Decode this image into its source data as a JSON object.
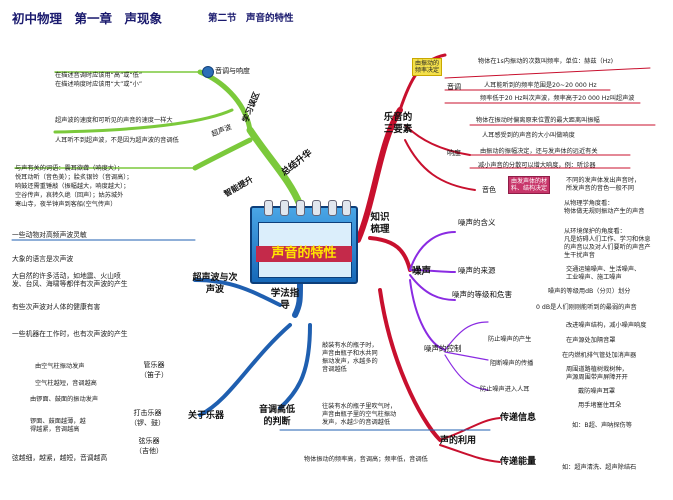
{
  "header": {
    "title": "初中物理　第一章　声现象",
    "section": "第二节　声音的特性"
  },
  "center": {
    "label": "声音的特性"
  },
  "branches": {
    "summary": "总结升华",
    "knowledge": "知识梳理",
    "method": "学法指导",
    "study_zone": "学习误区",
    "smart": "智能提升",
    "three_elements": "乐音的三要素",
    "noise": "噪声",
    "ultrasound_infra": "超声波与次声波",
    "instruments": "关于乐器",
    "pitch_judge": "音调高低的判断",
    "sound_use": "声的利用"
  },
  "colors": {
    "green": "#7bc93b",
    "red": "#c8102e",
    "blue": "#1f5fb0",
    "purple": "#8a2be2",
    "tag_yellow": "#f4e04a",
    "tag_pink": "#c8366a",
    "card_blue": "#1668b8"
  },
  "study": {
    "loudness_label": "音调与响度",
    "loudness_text1": "在描述音调时应该用“高”或“低”",
    "loudness_text2": "在描述响度时应该用“大”或“小”",
    "ultra_label": "超声波",
    "ultra_text1": "超声波的速度和可听见的声音的速度一样大",
    "ultra_text2": "人耳听不到超声波，不是因为超声波的音调低",
    "smart_lines": [
      "与声有关的词语：震耳欲聋（响度大）；",
      "悦耳动听（音色美）；脍炙银铃（音调高）；",
      "响鼓还需重锤敲（振幅越大，响度越大）；",
      "空谷传声，哀转久绝（回声）；姑苏城外",
      "寒山寺，夜半钟声到客船(空气传声）"
    ]
  },
  "elements": {
    "tag_top": "由振动的\n频率决定",
    "pitch": "音调",
    "pitch_def": "物体在1s内振动的次数叫频率，单位：赫兹（Hz)",
    "pitch_range": "人耳能听到的频率范围是20~20 000 Hz",
    "pitch_ultra": "频率低于20 Hz叫次声波，频率高于20 000 Hz叫超声波",
    "loud": "响度",
    "loud_amp": "物体在振动时偏离原来位置的最大距离叫振幅",
    "loud_feel": "人耳感受到的声音的大小叫做响度",
    "loud_amp2": "由振动的振幅决定，还与发声体的远近有关",
    "loud_reduce": "减小声音的分散可以增大响度，例：听诊器",
    "timbre": "音色",
    "timbre_tag": "由发声体的材\n料、结构决定",
    "timbre_text": "不同的发声体发出声音时，\n所发声音的音色一般不同"
  },
  "noise": {
    "meaning": "噪声的含义",
    "meaning_phys": "从物理学角度看：\n物体做无规则振动产生的声音",
    "meaning_env": "从环境保护的角度看：\n凡是妨碍人们工作、学习和休息\n的声音以及对人们要听的声音产\n生干扰声音",
    "source": "噪声的来源",
    "source_text": "交通运输噪声、生活噪声、\n工业噪声、施工噪声",
    "level": "噪声的等级和危害",
    "level_db": "噪声的等级用dB（分贝）划分",
    "level_zero": "0 dB是人们刚刚能听到的最弱的声音",
    "control": "噪声的控制",
    "prevent": "防止噪声的产生",
    "prevent_items": [
      "改进噪声结构，减小噪声响度",
      "在声源处加隔音罩",
      "在内燃机排气管处加消声器"
    ],
    "block": "阻断噪声的传播",
    "block_items": [
      "周围道路植树栽树种，\n声源周围带声屏障开开"
    ],
    "ear": "防止噪声进入人耳",
    "ear_items": [
      "戴防噪声耳罩",
      "用手堵塞住耳朵"
    ]
  },
  "use": {
    "info": "传递信息",
    "info_ex": "如：B超、声呐探伤等",
    "energy": "传递能量",
    "energy_ex": "如：超声清洗、超声除结石"
  },
  "ultra": {
    "items": [
      "一些动物对高频声波灵敏",
      "大象的语言是次声波",
      "大自然的许多活动，如地震、火山喷\n发、台风、海啸等都伴有次声波的产生",
      "有些次声波对人体的健康有害",
      "一些机器在工作时，也有次声波的产生"
    ]
  },
  "instr": {
    "wind": "管乐器\n（笛子）",
    "wind_items": [
      "由空气柱振动发声",
      "空气柱越短，音调越高"
    ],
    "percussion": "打击乐器\n（锣、鼓）",
    "perc_items": [
      "由锣面、鼓面的振动发声",
      "锣面、鼓面越薄，越\n得越紧，音调越高"
    ],
    "string": "弦乐器\n（吉他）",
    "string_items": [
      "弦越细，越紧，越短，音调越高"
    ]
  },
  "judge": {
    "water_hit": "敲装有水的瓶子时，\n声音由瓶子和水共同\n振动发声，水越多的\n音调越低",
    "water_blow": "往装有水的瓶子里吹气时，\n声音由瓶子里的空气柱振动\n发声，水越少的音调越低",
    "freq": "物体振动的频率高，音调高；频率低，音调低"
  }
}
